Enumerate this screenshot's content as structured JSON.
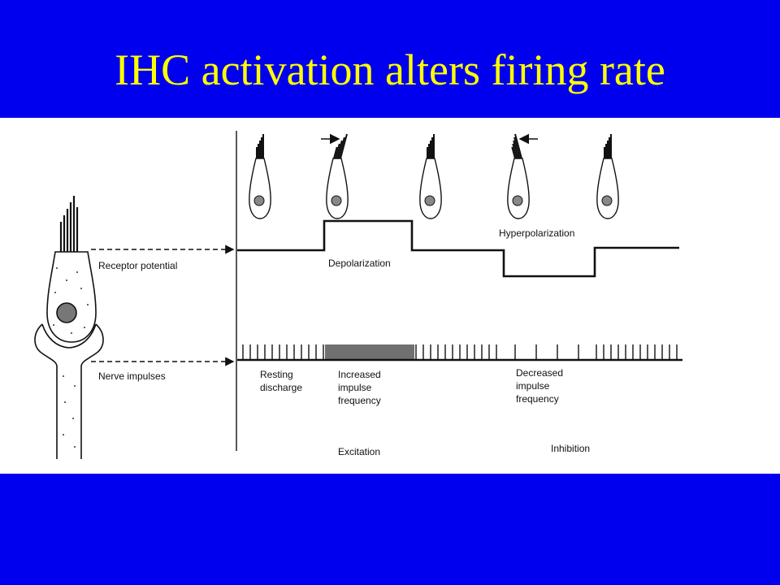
{
  "slide": {
    "title": "IHC activation alters firing rate",
    "colors": {
      "background": "#0000EE",
      "title": "#FFFF00",
      "figure": "#FFFFFF",
      "ink": "#111111"
    }
  },
  "figure": {
    "labels": {
      "receptor_potential": "Receptor potential",
      "nerve_impulses": "Nerve impulses",
      "depolarization": "Depolarization",
      "hyperpolarization": "Hyperpolarization",
      "resting_discharge": [
        "Resting",
        "discharge"
      ],
      "increased_frequency": [
        "Increased",
        "impulse",
        "frequency"
      ],
      "decreased_frequency": [
        "Decreased",
        "impulse",
        "frequency"
      ],
      "excitation": "Excitation",
      "inhibition": "Inhibition"
    },
    "hair_cells": [
      {
        "deflection": "none"
      },
      {
        "deflection": "right",
        "arrow": "right"
      },
      {
        "deflection": "none"
      },
      {
        "deflection": "left",
        "arrow": "left"
      },
      {
        "deflection": "none"
      }
    ],
    "impulse_phases": [
      {
        "phase": "resting",
        "rate": "resting"
      },
      {
        "phase": "excitation",
        "rate": "high"
      },
      {
        "phase": "resting",
        "rate": "resting"
      },
      {
        "phase": "inhibition",
        "rate": "low"
      },
      {
        "phase": "resting",
        "rate": "resting"
      }
    ]
  }
}
